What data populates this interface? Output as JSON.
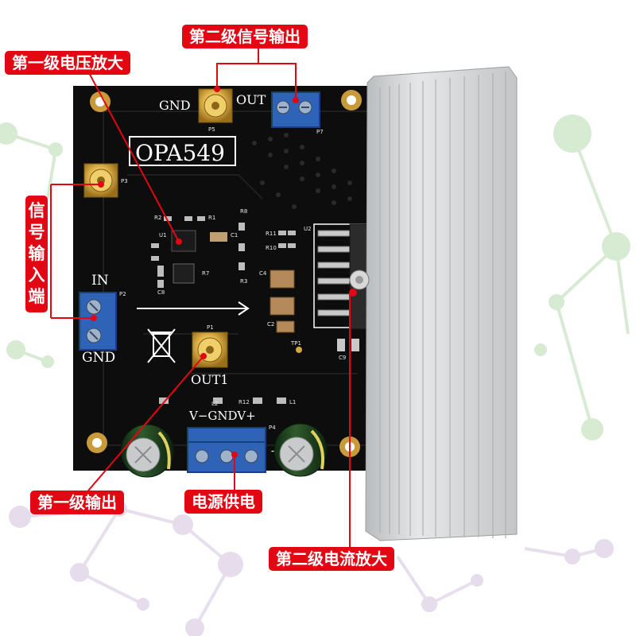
{
  "watermark": "",
  "board": {
    "chip_label": "OPA549",
    "gnd_top": "GND",
    "out_top": "OUT",
    "in_label": "IN",
    "gnd_left": "GND",
    "out1_label": "OUT1",
    "power_label": "V−GNDV+",
    "plus_sign": "+"
  },
  "designators": {
    "p1": "P1",
    "p2": "P2",
    "p3": "P3",
    "p4": "P4",
    "p5": "P5",
    "p7": "P7",
    "u1": "U1",
    "u2": "U2",
    "r1": "R1",
    "r2": "R2",
    "r3": "R3",
    "r7": "R7",
    "r8": "R8",
    "r10": "R10",
    "r11": "R11",
    "r12": "R12",
    "c1": "C1",
    "c2": "C2",
    "c4": "C4",
    "c8": "C8",
    "c9": "C9",
    "l1": "L1",
    "l2": "L2",
    "tp1": "TP1"
  },
  "callouts": {
    "second_stage_signal_output": "第二级信号输出",
    "first_stage_voltage_amp": "第一级电压放大",
    "signal_input_terminal": [
      "信",
      "号",
      "输",
      "入",
      "端"
    ],
    "first_stage_output": "第一级输出",
    "power_supply": "电源供电",
    "second_stage_current_amp": "第二级电流放大"
  },
  "colors": {
    "pcb": "#0d0d0d",
    "heatsink": "#dcdcdc",
    "terminal_blue": "#2e63b8",
    "callout_red": "#e30613",
    "molecule_green": "#d6ebd2",
    "molecule_purple": "#e6dcec",
    "gold": "#d4a93c"
  }
}
